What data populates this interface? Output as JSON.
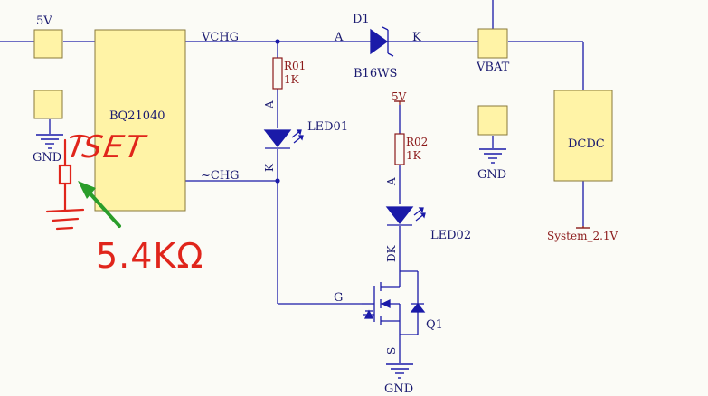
{
  "colors": {
    "wire": "#1a1aa8",
    "component": "#1a1aa8",
    "box_fill": "#fff3a6",
    "box_stroke": "#8a7a3a",
    "label_dark": "#1a1a70",
    "label_red": "#8b1a1a",
    "annotation": "#e0251b",
    "arrow": "#2a9d2a"
  },
  "labels": {
    "net_5v_top": "5V",
    "chip_name": "BQ21040",
    "net_vchg": "VCHG",
    "net_chg": "~CHG",
    "gnd_left": "GND",
    "d1_ref": "D1",
    "d1_value": "B16WS",
    "d1_anode": "A",
    "d1_cathode": "K",
    "vbat": "VBAT",
    "gnd_mid": "GND",
    "dcdc": "DCDC",
    "system_rail": "System_2.1V",
    "r01_ref": "R01",
    "r01_value": "1K",
    "led01_ref": "LED01",
    "led01_anode": "A",
    "led01_cathode": "K",
    "net_5v_mid": "5V",
    "r02_ref": "R02",
    "r02_value": "1K",
    "led02_ref": "LED02",
    "led02_anode": "A",
    "led02_cathode": "DK",
    "q1_gate": "G",
    "q1_source": "S",
    "q1_ref": "Q1",
    "gnd_bottom": "GND"
  },
  "annotation": {
    "pin_label": "ISET",
    "resistor_value": "5.4KΩ",
    "arrow_icon": "arrow-icon"
  }
}
